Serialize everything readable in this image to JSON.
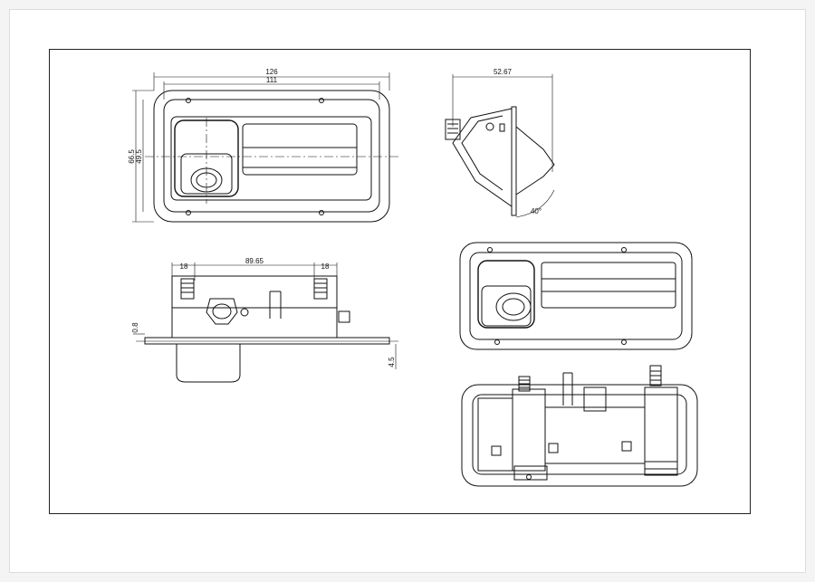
{
  "drawing": {
    "top_view": {
      "overall_width": "126",
      "inner_width": "111",
      "overall_height": "66.5",
      "inner_height": "49.5"
    },
    "side_view": {
      "depth": "52.67",
      "angle": "40°"
    },
    "front_view": {
      "left_offset": "18",
      "center_span": "89.65",
      "right_offset": "18",
      "flange_thickness": "0.8",
      "lip": "4.5"
    }
  },
  "colors": {
    "line": "#111111",
    "sheet": "#ffffff",
    "frame": "#222222"
  }
}
